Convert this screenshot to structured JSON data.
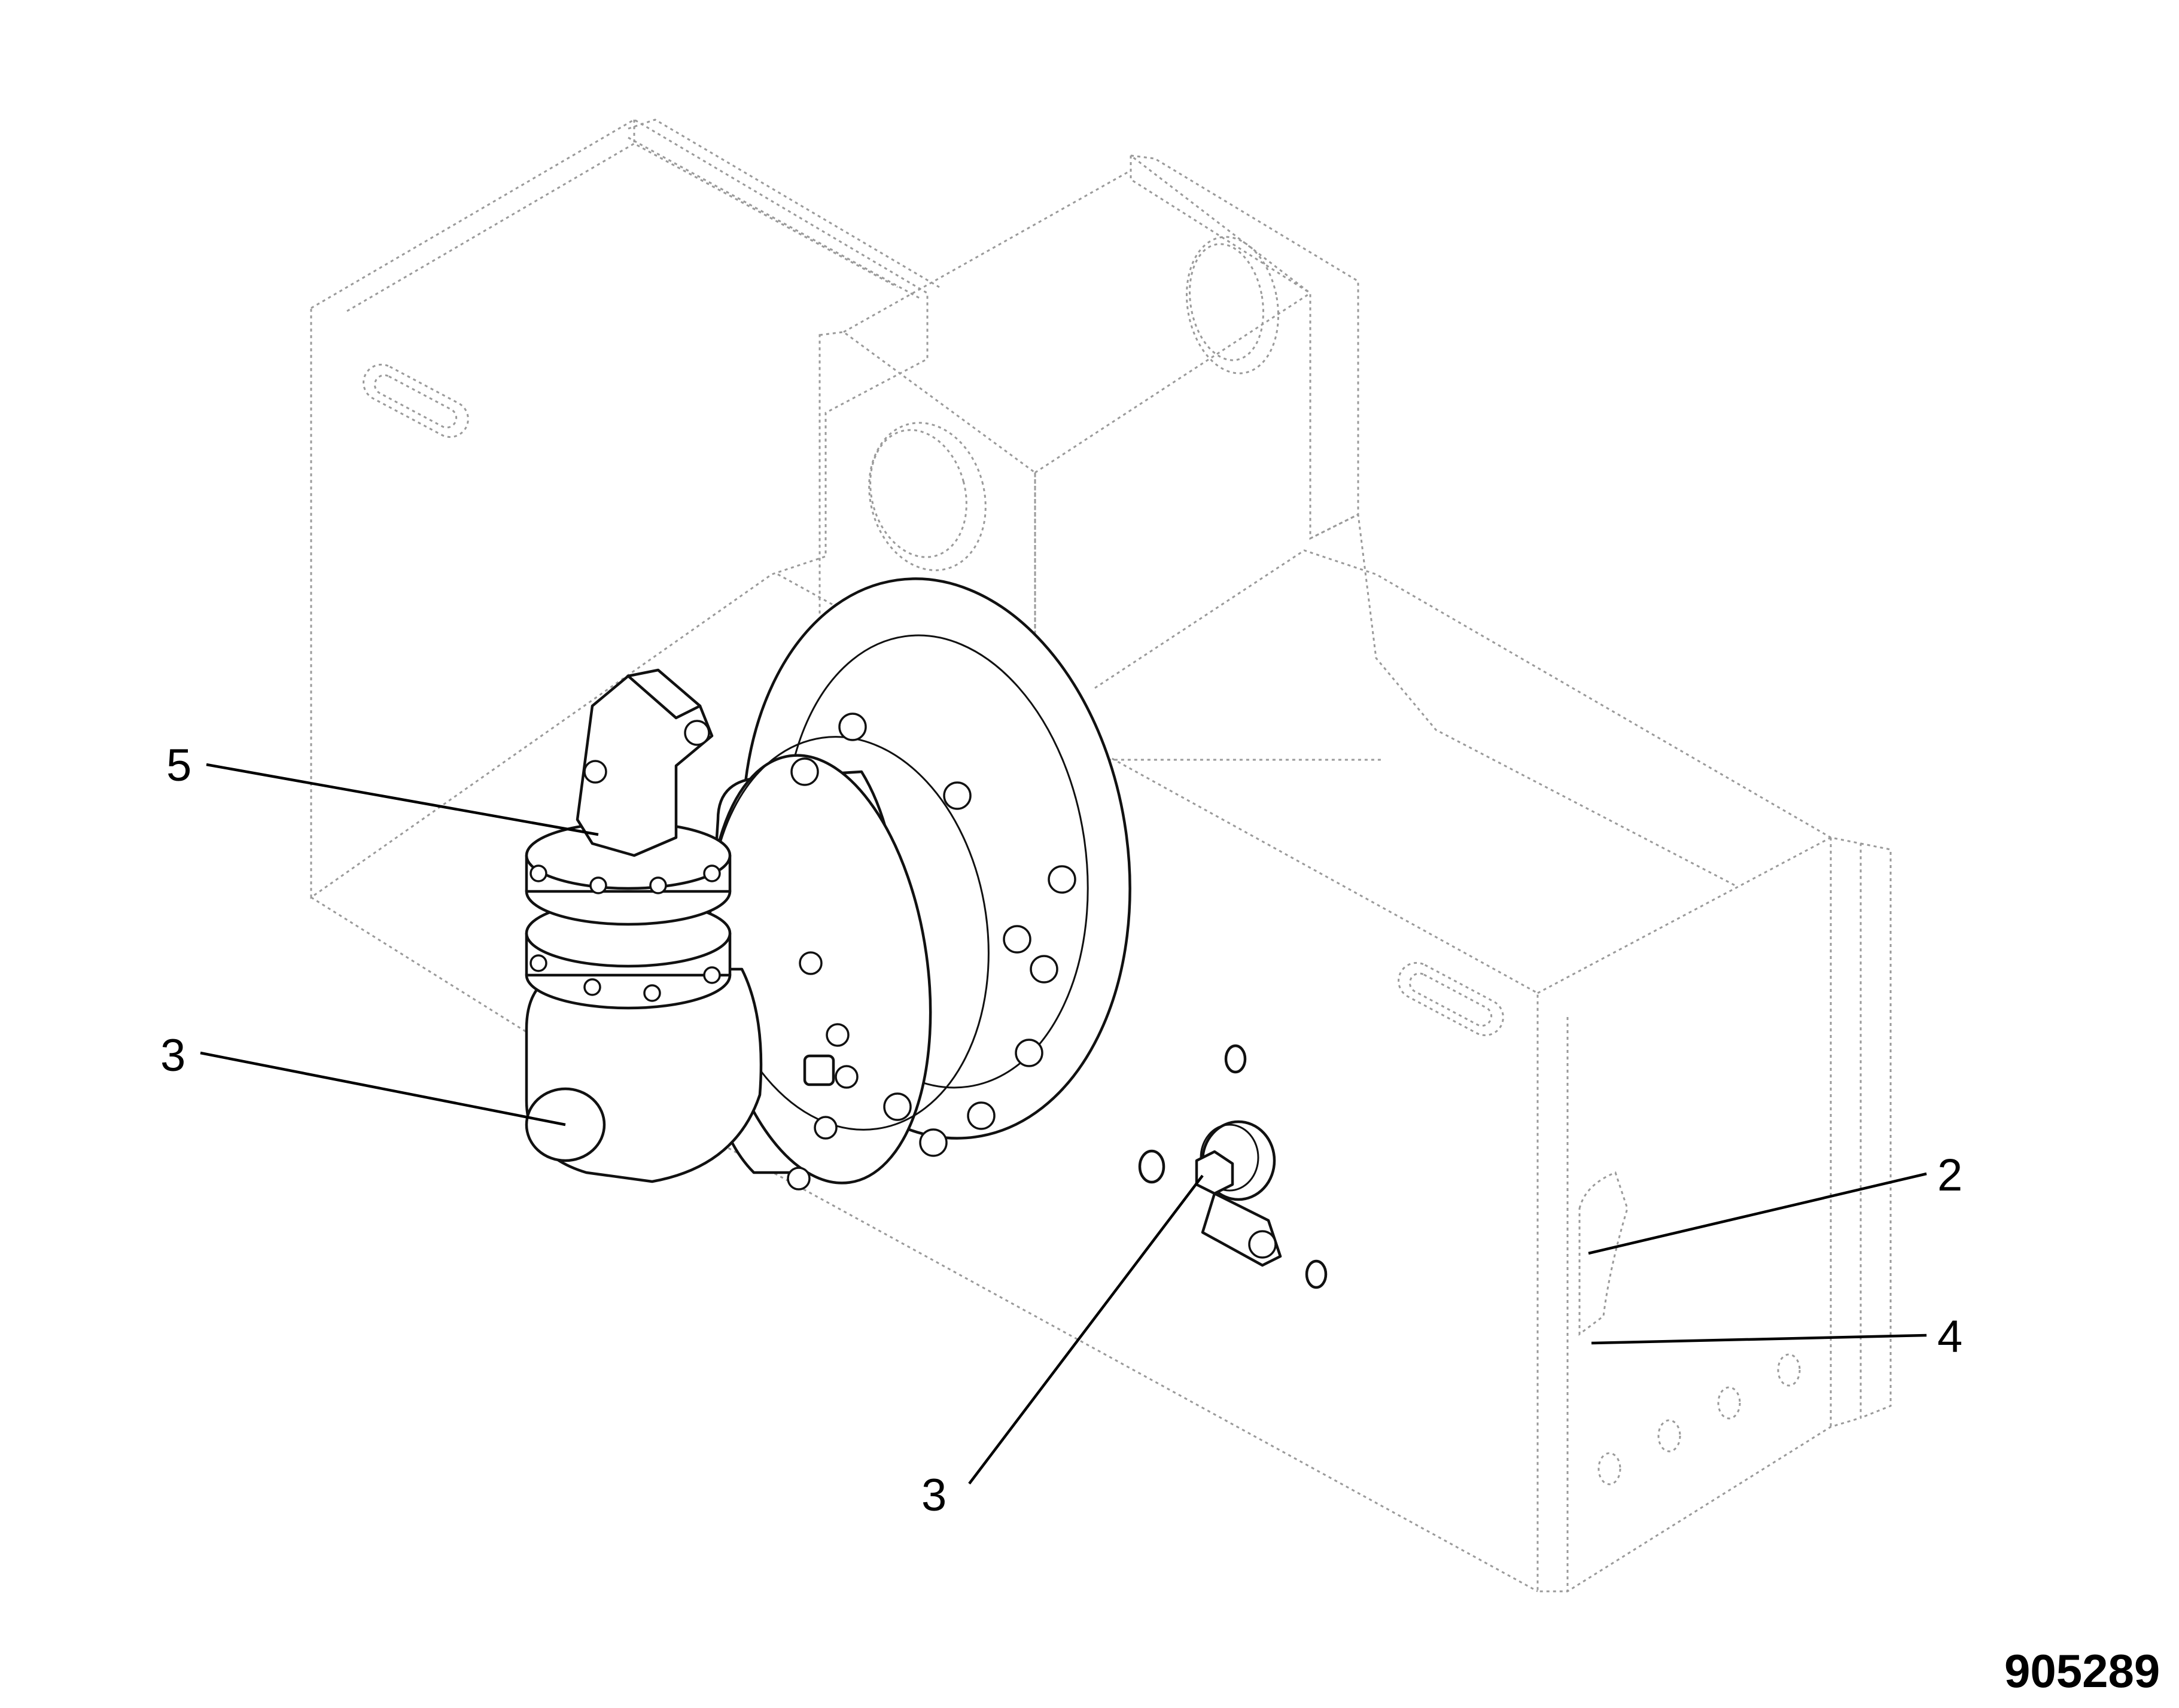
{
  "drawing_number": "905289",
  "callouts": [
    {
      "id": "callout-5",
      "label": "5"
    },
    {
      "id": "callout-3-upper",
      "label": "3"
    },
    {
      "id": "callout-3-lower",
      "label": "3"
    },
    {
      "id": "callout-2",
      "label": "2"
    },
    {
      "id": "callout-4",
      "label": "4"
    }
  ]
}
